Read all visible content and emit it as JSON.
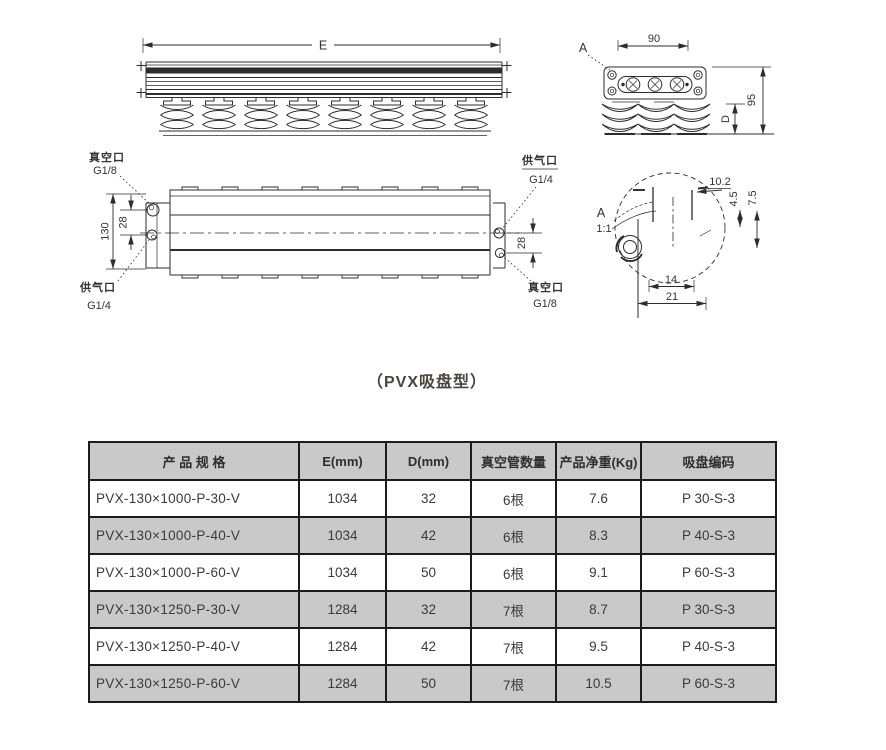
{
  "caption": "（PVX吸盘型）",
  "colors": {
    "line": "#2d2d2d",
    "text": "#3a3a3a",
    "row_gray": "#c9c9c9",
    "border": "#1c1c1c"
  },
  "drawings": {
    "side_view": {
      "dim_e": "E"
    },
    "end_view": {
      "label_a": "A",
      "dim_width": "90",
      "dim_d": "D",
      "dim_height": "95"
    },
    "plan_view": {
      "port_top_left": {
        "name": "真空口",
        "thread": "G1/8"
      },
      "port_bottom_left": {
        "name": "供气口",
        "thread": "G1/4"
      },
      "port_top_right": {
        "name": "供气口",
        "thread": "G1/4"
      },
      "port_bottom_right": {
        "name": "真空口",
        "thread": "G1/8"
      },
      "dim_130": "130",
      "dim_28_left": "28",
      "dim_28_right": "28"
    },
    "detail_view": {
      "label": "A",
      "scale": "1:1",
      "dim_top": "10.2",
      "dim_a": "4.5",
      "dim_b": "7.5",
      "dim_w1": "14",
      "dim_w2": "21"
    }
  },
  "table": {
    "headers": [
      "产 品 规 格",
      "E(mm)",
      "D(mm)",
      "真空管数量",
      "产品净重(Kg)",
      "吸盘编码"
    ],
    "rows": [
      [
        "PVX-130×1000-P-30-V",
        "1034",
        "32",
        "6根",
        "7.6",
        "P 30-S-3"
      ],
      [
        "PVX-130×1000-P-40-V",
        "1034",
        "42",
        "6根",
        "8.3",
        "P 40-S-3"
      ],
      [
        "PVX-130×1000-P-60-V",
        "1034",
        "50",
        "6根",
        "9.1",
        "P 60-S-3"
      ],
      [
        "PVX-130×1250-P-30-V",
        "1284",
        "32",
        "7根",
        "8.7",
        "P 30-S-3"
      ],
      [
        "PVX-130×1250-P-40-V",
        "1284",
        "42",
        "7根",
        "9.5",
        "P 40-S-3"
      ],
      [
        "PVX-130×1250-P-60-V",
        "1284",
        "50",
        "7根",
        "10.5",
        "P 60-S-3"
      ]
    ]
  }
}
